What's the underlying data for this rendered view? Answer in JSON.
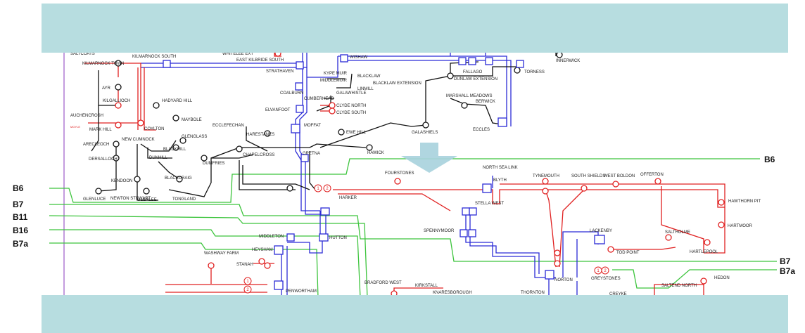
{
  "boundaries_left": [
    "B6",
    "B7",
    "B11",
    "B16",
    "B7a"
  ],
  "boundaries_right": [
    "B6",
    "B7",
    "B7a"
  ],
  "nodes": {
    "saltcoats": "SALTCOATS",
    "kilmarnock_south": "KILMARNOCK SOUTH",
    "kilmarnock_town": "KILMARNOCK TOWN",
    "whitelee_ext": "WHITELEE EXT",
    "east_kilbride_south": "EAST KILBRIDE SOUTH",
    "wishaw": "WISHAW",
    "strathaven": "STRATHAVEN",
    "blacklaw": "BLACKLAW",
    "blacklaw_ext": "BLACKLAW EXTENSION",
    "kype_muir": "KYPE MUIR",
    "middlemuir": "MIDDLEMUIR",
    "linmill": "LINMILL",
    "galawhistle": "GALAWHISTLE",
    "coalburn": "COALBURN",
    "cumberhead": "CUMBERHEAD",
    "ayr": "AYR",
    "kilgallioch": "KILGALLIOCH",
    "hadyard_hill": "HADYARD HILL",
    "maybole": "MAYBOLE",
    "auchencrosh": "AUCHENCROSH",
    "moyle": "MOYLE",
    "mark_hill": "MARK HILL",
    "coylton": "COYLTON",
    "glenglass": "GLENGLASS",
    "blackhill": "BLACKHILL",
    "arecleoch": "ARECLEOCH",
    "new_cumnock": "NEW CUMNOCK",
    "dunhill": "DUNHILL",
    "dersalloch": "DERSALLOCH",
    "kendoon": "KENDOON",
    "blackcraig": "BLACKCRAIG",
    "glenluce": "GLENLUCE",
    "newton_stewart": "NEWTON STEWART",
    "glenlee": "GLENLEE",
    "tongland": "TONGLAND",
    "dumfries": "DUMFRIES",
    "chapelcross": "CHAPELCROSS",
    "ecclefechan": "ECCLEFECHAN",
    "harestanes": "HARESTANES",
    "elvanfoot": "ELVANFOOT",
    "clyde_north": "CLYDE NORTH",
    "clyde_south": "CLYDE SOUTH",
    "moffat": "MOFFAT",
    "ewe_hill": "EWE HILL",
    "gretna": "GRETNA",
    "hawick": "HAWICK",
    "galashiels": "GALASHIELS",
    "eccles": "ECCLES",
    "berwick": "BERWICK",
    "marshall_meadows": "MARSHALL MEADOWS",
    "dunlaw_ext": "DUNLAW EXTENSION",
    "fallago": "FALLAGO",
    "innerwick": "INNERWICK",
    "torness": "TORNESS",
    "fourstones": "FOURSTONES",
    "harker": "HARKER",
    "north_sea_link": "NORTH SEA LINK",
    "blyth": "BLYTH",
    "tynemouth": "TYNEMOUTH",
    "south_shields": "SOUTH SHIELDS",
    "west_boldon": "WEST BOLDON",
    "offerton": "OFFERTON",
    "hawthorn_pit": "HAWTHORN PIT",
    "stella_west": "STELLA WEST",
    "spennymoor": "SPENNYMOOR",
    "hartmoor": "HARTMOOR",
    "saltholme": "SALTHOLME",
    "lackenby": "LACKENBY",
    "tod_point": "TOD POINT",
    "hartlepool": "HARTLEPOOL",
    "greystones": "GREYSTONES",
    "norton": "NORTON",
    "middleton": "MIDDLETON",
    "hutton": "HUTTON",
    "heysham": "HEYSHAM",
    "washway_farm": "WASHWAY FARM",
    "stanah": "STANAH",
    "penwortham": "PENWORTHAM",
    "bradford_west": "BRADFORD WEST",
    "kirkstall": "KIRKSTALL",
    "knaresborough": "KNARESBOROUGH",
    "thornton": "THORNTON",
    "creyke": "CREYKE",
    "saltend_north": "SALTEND NORTH",
    "hedon": "HEDON"
  },
  "colors": {
    "line_400kv": "#2b2bd6",
    "line_275kv": "#e02020",
    "line_132kv": "#111111",
    "boundary": "#3cc43c",
    "banner": "#b7dde0",
    "arrow": "#a9d3dd",
    "frame": "#9b59c9"
  }
}
